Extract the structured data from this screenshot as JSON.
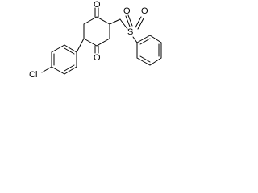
{
  "molecule": {
    "atoms": {
      "carbonyl_oxygen_top": "O",
      "carbonyl_oxygen_bottom": "O",
      "sulfonyl_sulfur": "S",
      "sulfonyl_oxygen_left": "O",
      "sulfonyl_oxygen_right": "O",
      "chlorine": "Cl"
    }
  }
}
